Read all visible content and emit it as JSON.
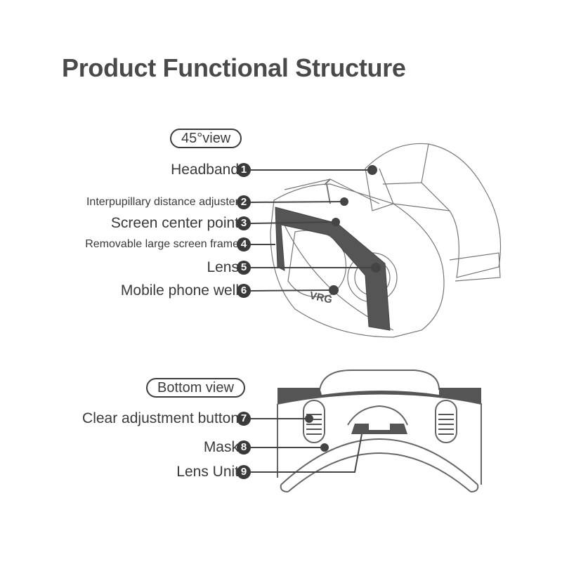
{
  "title": "Product Functional Structure",
  "views": {
    "view45": "45°view",
    "bottom": "Bottom view"
  },
  "callouts": [
    {
      "n": "1",
      "label": "Headband"
    },
    {
      "n": "2",
      "label": "Interpupillary distance adjuster"
    },
    {
      "n": "3",
      "label": "Screen center point"
    },
    {
      "n": "4",
      "label": "Removable large screen frame"
    },
    {
      "n": "5",
      "label": "Lens"
    },
    {
      "n": "6",
      "label": "Mobile phone well"
    },
    {
      "n": "7",
      "label": "Clear adjustment button"
    },
    {
      "n": "8",
      "label": "Mask"
    },
    {
      "n": "9",
      "label": "Lens Unit"
    }
  ],
  "logo_text": "VRG"
}
